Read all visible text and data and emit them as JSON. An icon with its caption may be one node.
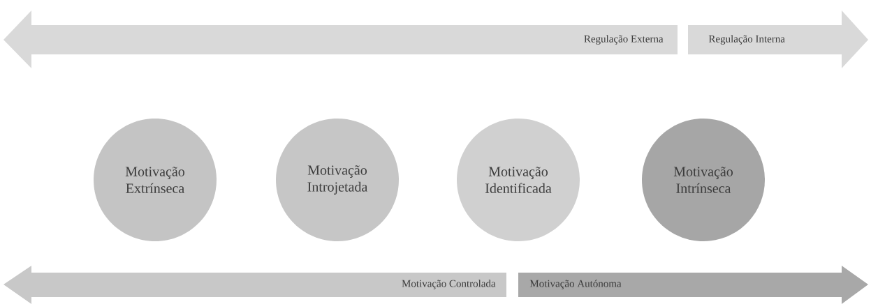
{
  "diagram": {
    "nodes": [
      {
        "text": [
          "Regulação Externa"
        ]
      },
      {
        "text": [
          "Regulação Interna"
        ]
      },
      {
        "text": [
          "Motivação Extrínseca"
        ]
      },
      {
        "text": [
          "Motivação Introjetada"
        ]
      },
      {
        "text": [
          "Motivação Identificada"
        ]
      },
      {
        "text": [
          "Motivação Intrínseca"
        ]
      },
      {
        "text": [
          "Motivação Controlada"
        ]
      },
      {
        "text": [
          "Motivação Autónoma"
        ]
      }
    ]
  }
}
